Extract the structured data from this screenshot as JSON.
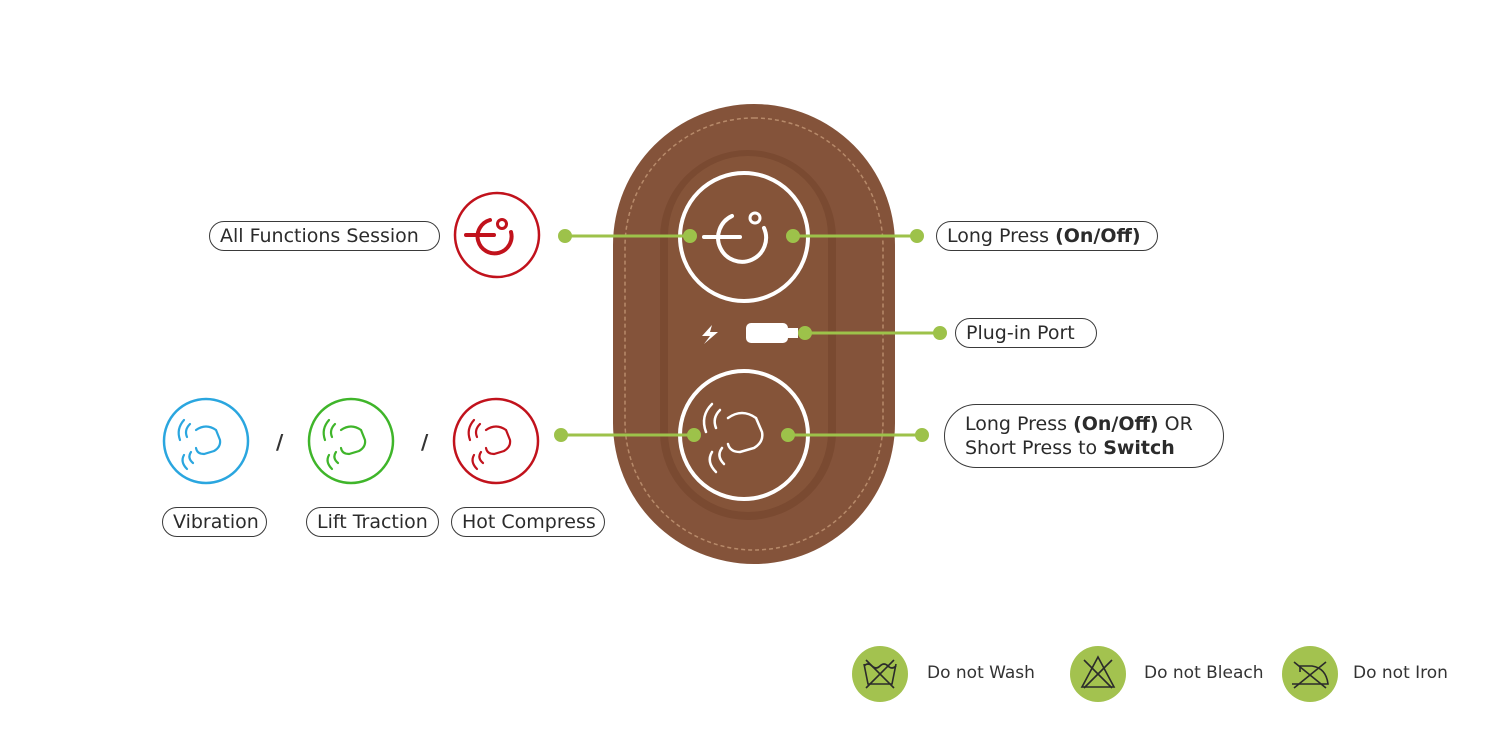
{
  "labels": {
    "all_functions": "All Functions Session",
    "long_press_prefix": "Long Press ",
    "long_press_bold": "(On/Off)",
    "plug_in": "Plug-in Port",
    "multi_line1_prefix": "Long Press ",
    "multi_line1_bold": "(On/Off)",
    "multi_line1_suffix": " OR",
    "multi_line2_prefix": "Short Press to ",
    "multi_line2_bold": "Switch",
    "vibration": "Vibration",
    "lift_traction": "Lift Traction",
    "hot_compress": "Hot Compress",
    "slash": "/"
  },
  "care": {
    "wash": "Do not Wash",
    "bleach": "Do not Bleach",
    "iron": "Do not Iron"
  },
  "colors": {
    "device_brown": "#8a5a3c",
    "device_rim": "#7a4d32",
    "leader_green": "#9dc24a",
    "accent_red": "#c1121c",
    "accent_blue": "#2aa6df",
    "accent_green": "#3fb52a",
    "care_badge": "#a3c24f"
  },
  "icons": {
    "power": "power-icon",
    "hand": "hand-wave-icon",
    "lightning": "lightning-icon",
    "usb": "usb-plug-icon"
  }
}
